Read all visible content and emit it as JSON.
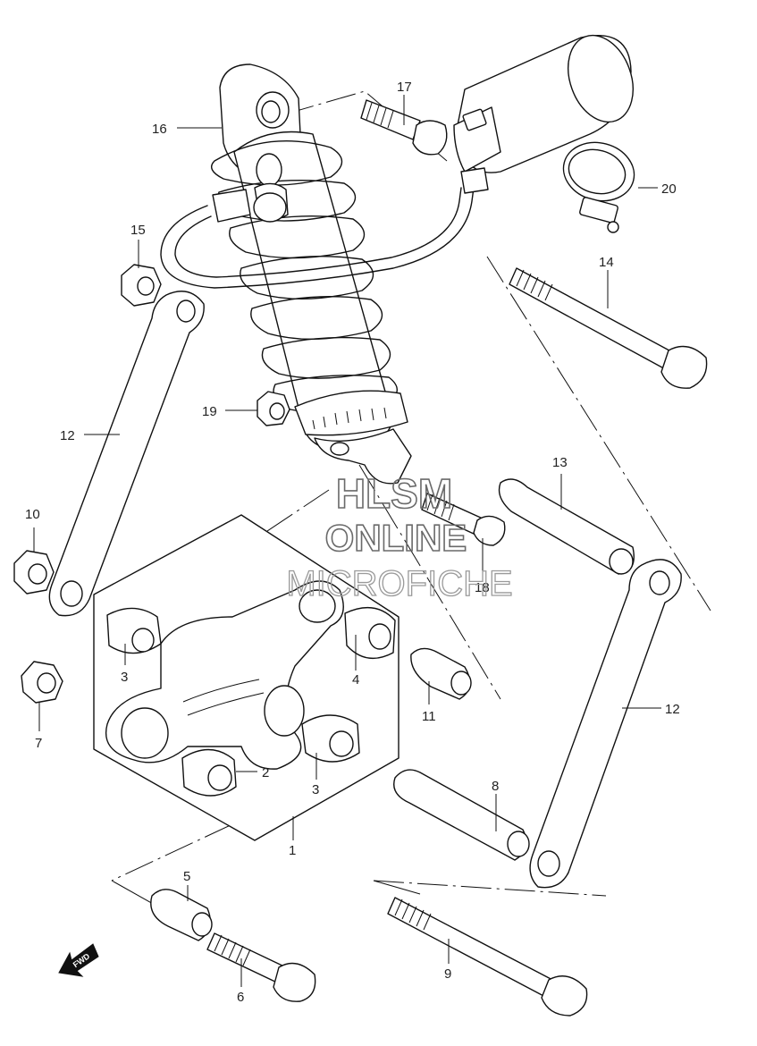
{
  "parts": {
    "p1": "1",
    "p2": "2",
    "p3a": "3",
    "p3b": "3",
    "p4": "4",
    "p5": "5",
    "p6": "6",
    "p7": "7",
    "p8": "8",
    "p9": "9",
    "p10": "10",
    "p11": "11",
    "p12a": "12",
    "p12b": "12",
    "p13": "13",
    "p14": "14",
    "p15": "15",
    "p16": "16",
    "p17": "17",
    "p18": "18",
    "p19": "19",
    "p20": "20"
  },
  "watermark": {
    "line1": "HLSM",
    "line2": "ONLINE",
    "line3": "MICROFICHE"
  },
  "direction_badge": "FWD"
}
